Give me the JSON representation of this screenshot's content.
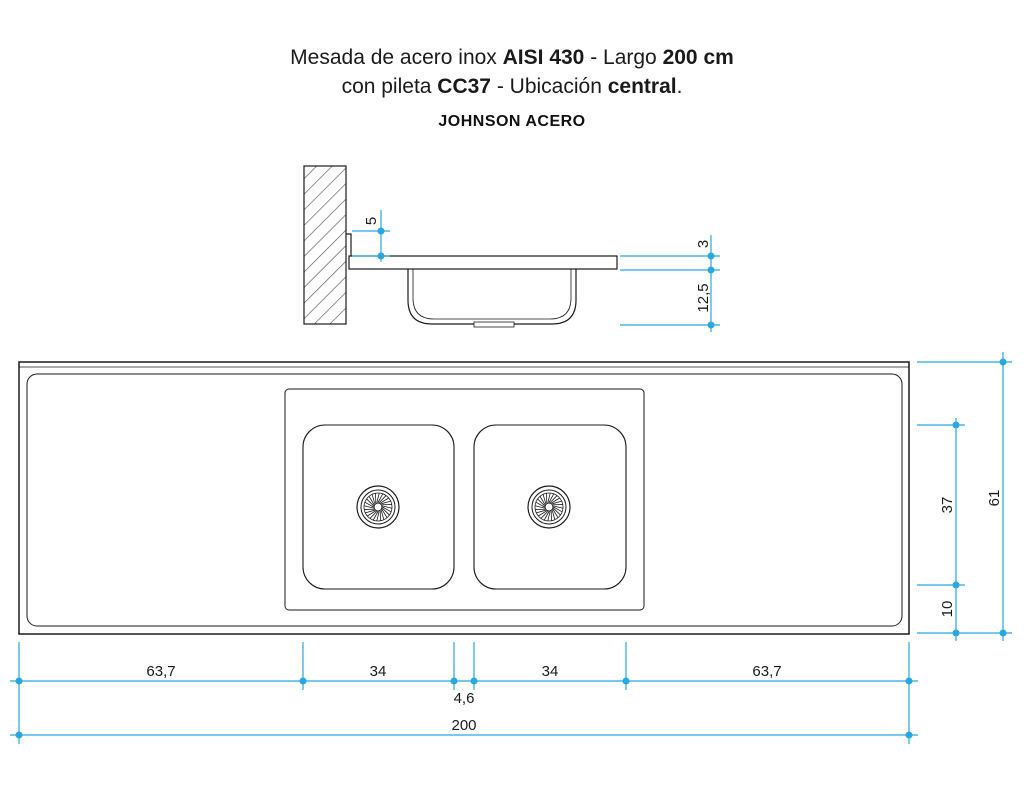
{
  "title": {
    "line1": {
      "a": "Mesada de acero inox ",
      "b": "AISI 430",
      "c": " - Largo ",
      "d": "200 cm"
    },
    "line2": {
      "a": "con pileta ",
      "b": "CC37",
      "c": " - Ubicación ",
      "d": "central",
      "e": "."
    }
  },
  "brand": "JOHNSON ACERO",
  "colors": {
    "dimension": "#29a8e0",
    "line": "#1a1a1a",
    "hatch": "#555555"
  },
  "dimensions": {
    "section": {
      "backsplash": "5",
      "thickness": "3",
      "bowl_depth": "12,5"
    },
    "vertical": {
      "bowl_length": "37",
      "front_margin": "10",
      "total_depth": "61"
    },
    "horizontal": {
      "left_drainboard": "63,7",
      "bowl_left": "34",
      "divider": "4,6",
      "bowl_right": "34",
      "right_drainboard": "63,7",
      "total_length": "200"
    }
  }
}
